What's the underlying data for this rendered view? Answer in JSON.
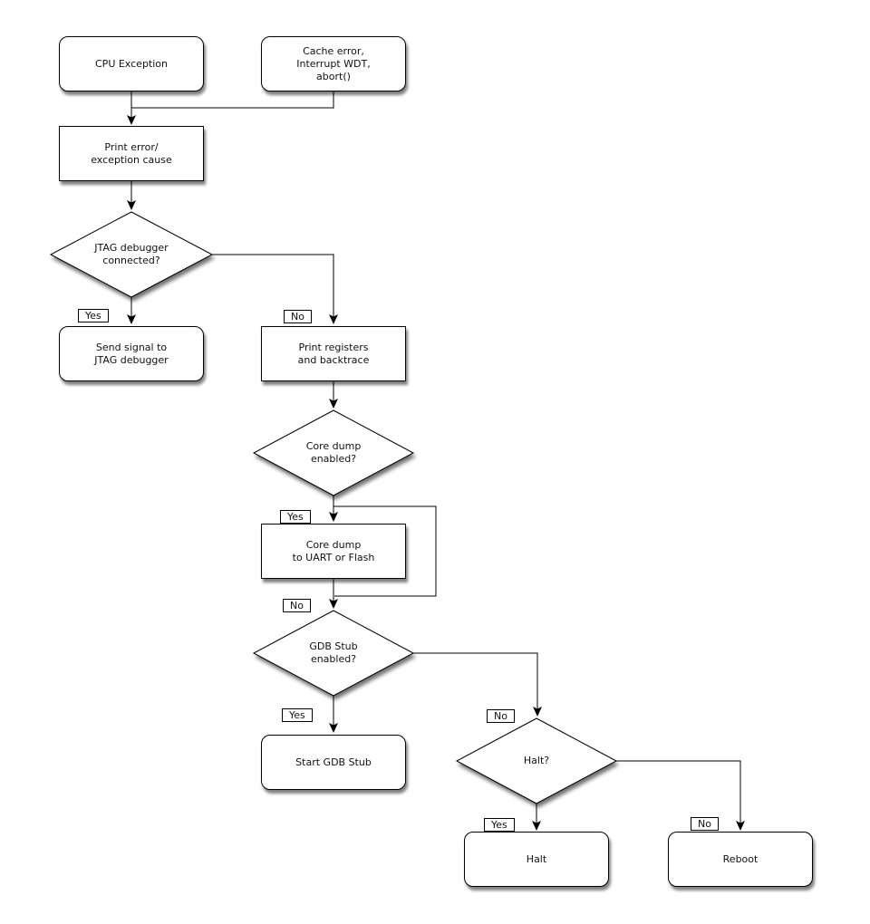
{
  "diagram": {
    "nodes": {
      "cpu_exception": {
        "label": "CPU Exception",
        "type": "terminator"
      },
      "cache_error": {
        "label": "Cache error,\nInterrupt WDT,\nabort()",
        "type": "terminator"
      },
      "print_error": {
        "label": "Print error/\nexception cause",
        "type": "process"
      },
      "jtag_connected": {
        "label": "JTAG debugger\nconnected?",
        "type": "decision"
      },
      "send_signal": {
        "label": "Send signal to\nJTAG debugger",
        "type": "terminator"
      },
      "print_registers": {
        "label": "Print registers\nand backtrace",
        "type": "process"
      },
      "core_dump_enabled": {
        "label": "Core dump\nenabled?",
        "type": "decision"
      },
      "core_dump": {
        "label": "Core dump\nto UART or Flash",
        "type": "process"
      },
      "gdb_stub_enabled": {
        "label": "GDB Stub\nenabled?",
        "type": "decision"
      },
      "start_gdb_stub": {
        "label": "Start GDB Stub",
        "type": "terminator"
      },
      "halt_question": {
        "label": "Halt?",
        "type": "decision"
      },
      "halt": {
        "label": "Halt",
        "type": "terminator"
      },
      "reboot": {
        "label": "Reboot",
        "type": "terminator"
      }
    },
    "edge_labels": {
      "yes": "Yes",
      "no": "No"
    },
    "edges": [
      {
        "from": "cpu_exception",
        "to": "print_error",
        "label": ""
      },
      {
        "from": "cache_error",
        "to": "print_error",
        "label": ""
      },
      {
        "from": "print_error",
        "to": "jtag_connected",
        "label": ""
      },
      {
        "from": "jtag_connected",
        "to": "send_signal",
        "label": "Yes"
      },
      {
        "from": "jtag_connected",
        "to": "print_registers",
        "label": "No"
      },
      {
        "from": "print_registers",
        "to": "core_dump_enabled",
        "label": ""
      },
      {
        "from": "core_dump_enabled",
        "to": "core_dump",
        "label": "Yes"
      },
      {
        "from": "core_dump_enabled",
        "to": "gdb_stub_enabled",
        "label": "No"
      },
      {
        "from": "core_dump",
        "to": "gdb_stub_enabled",
        "label": ""
      },
      {
        "from": "gdb_stub_enabled",
        "to": "start_gdb_stub",
        "label": "Yes"
      },
      {
        "from": "gdb_stub_enabled",
        "to": "halt_question",
        "label": "No"
      },
      {
        "from": "halt_question",
        "to": "halt",
        "label": "Yes"
      },
      {
        "from": "halt_question",
        "to": "reboot",
        "label": "No"
      }
    ],
    "colors": {
      "line": "#000000",
      "node_fill": "#ffffff",
      "text": "#111111"
    }
  }
}
